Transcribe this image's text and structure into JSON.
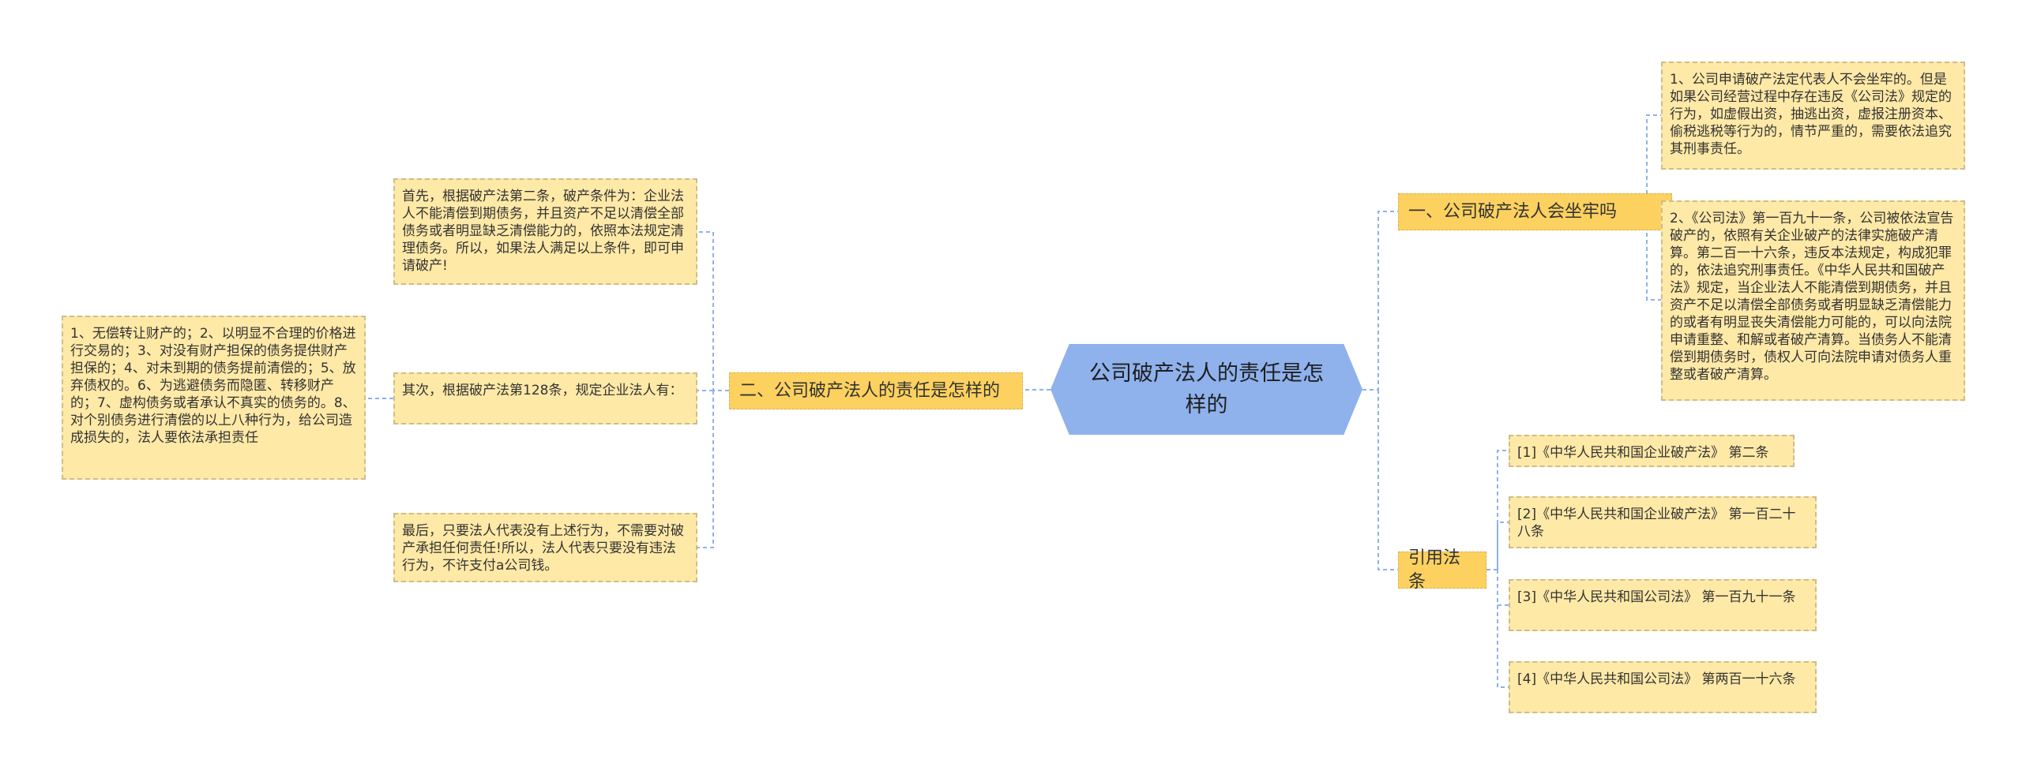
{
  "root": {
    "title": "公司破产法人的责任是怎样的"
  },
  "branches": {
    "b1": {
      "label": "一、公司破产法人会坐牢吗"
    },
    "b2": {
      "label": "二、公司破产法人的责任是怎样的"
    },
    "b3": {
      "label": "引用法条"
    }
  },
  "leaves": {
    "r1": "1、公司申请破产法定代表人不会坐牢的。但是如果公司经营过程中存在违反《公司法》规定的行为，如虚假出资，抽逃出资，虚报注册资本、偷税逃税等行为的，情节严重的，需要依法追究其刑事责任。",
    "r2": "2、《公司法》第一百九十一条，公司被依法宣告破产的，依照有关企业破产的法律实施破产清算。第二百一十六条，违反本法规定，构成犯罪的，依法追究刑事责任。《中华人民共和国破产法》规定，当企业法人不能清偿到期债务，并且资产不足以清偿全部债务或者明显缺乏清偿能力的或者有明显丧失清偿能力可能的，可以向法院申请重整、和解或者破产清算。当债务人不能清偿到期债务时，债权人可向法院申请对债务人重整或者破产清算。",
    "l1": "首先，根据破产法第二条，破产条件为：企业法人不能清偿到期债务，并且资产不足以清偿全部债务或者明显缺乏清偿能力的，依照本法规定清理债务。所以，如果法人满足以上条件，即可申请破产!",
    "l2": "其次，根据破产法第128条，规定企业法人有：",
    "l3": "最后，只要法人代表没有上述行为，不需要对破产承担任何责任!所以，法人代表只要没有违法行为，不许支付a公司钱。",
    "ll": "1、无偿转让财产的；2、以明显不合理的价格进行交易的；3、对没有财产担保的债务提供财产担保的；4、对未到期的债务提前清偿的；5、放弃债权的。6、为逃避债务而隐匿、转移财产的；7、虚构债务或者承认不真实的债务的。8、对个别债务进行清偿的以上八种行为，给公司造成损失的，法人要依法承担责任",
    "c1": "[1]《中华人民共和国企业破产法》 第二条",
    "c2": "[2]《中华人民共和国企业破产法》 第一百二十八条",
    "c3": "[3]《中华人民共和国公司法》 第一百九十一条",
    "c4": "[4]《中华人民共和国公司法》 第两百一十六条"
  },
  "colors": {
    "root": "#8fb1ec",
    "branch": "#fcd15f",
    "leaf": "#ffe9a7",
    "connector": "#8fb1ec"
  }
}
